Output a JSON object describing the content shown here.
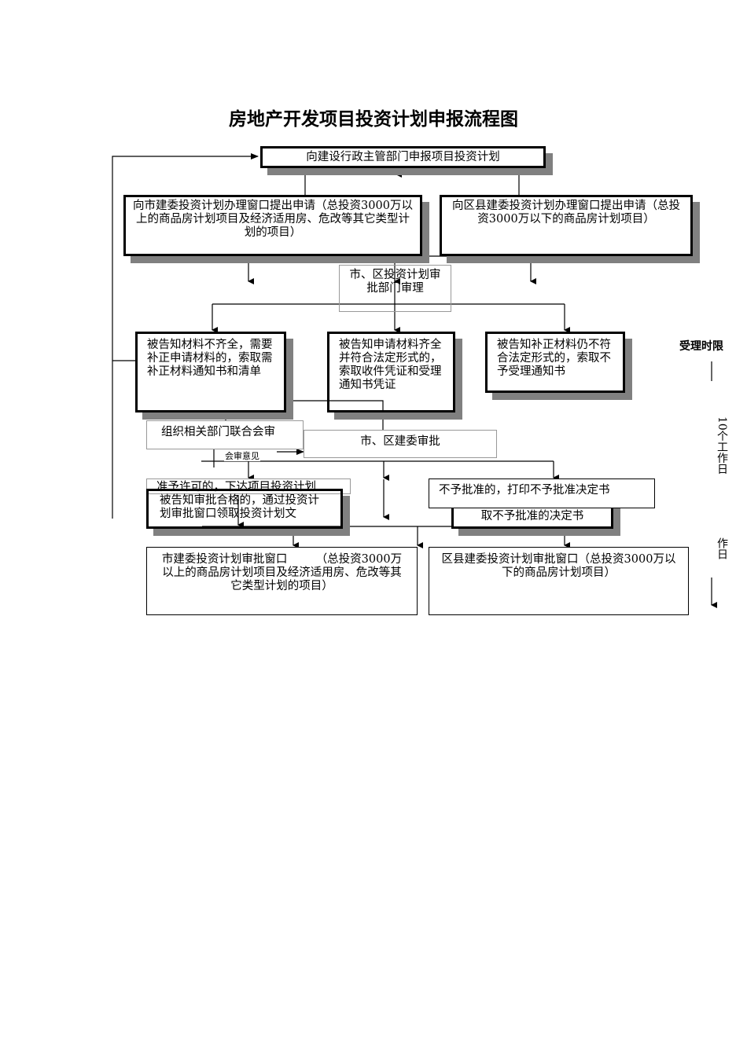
{
  "title": "房地产开发项目投资计划申报流程图",
  "boxes": {
    "report": "向建设行政主管部门申报项目投资计划",
    "city_apply": "向市建委投资计划办理窗口提出申请（总投资3000万以上的商品房计划项目及经济适用房、危改等其它类型计划的项目）",
    "district_apply": "向区县建委投资计划办理窗口提出申请（总投资3000万以下的商品房计划项目）",
    "review_dept": "市、区投资计划审批部门审理",
    "incomplete": "被告知材料不齐全，需要补正申请材料的，索取需补正材料通知书和清单",
    "complete": "被告知申请材料齐全并符合法定形式的，索取收件凭证和受理通知书凭证",
    "rejected_accept": "被告知补正材料仍不符合法定形式的，索取不予受理通知书",
    "joint_review": "组织相关部门联合会审",
    "joint_opinion": "会审意见",
    "commission_approve": "市、区建委审批",
    "permit_hidden": "准予许可的，下达项目投资计划",
    "approved": "被告知审批合格的，通过投资计划审批窗口领取投资计划文",
    "not_approved": "不予批准的，打印不予批准决定书",
    "not_approved_get": "取不予批准的决定书",
    "city_window": "市建委投资计划审批窗口　　　（总投资3000万以上的商品房计划项目及经济适用房、危改等其它类型计划的项目）",
    "district_window": "区县建委投资计划审批窗口（总投资3000万以下的商品房计划项目）"
  },
  "timeline": {
    "label": "受理时限",
    "days": "10个工作日",
    "days2": "作日"
  }
}
